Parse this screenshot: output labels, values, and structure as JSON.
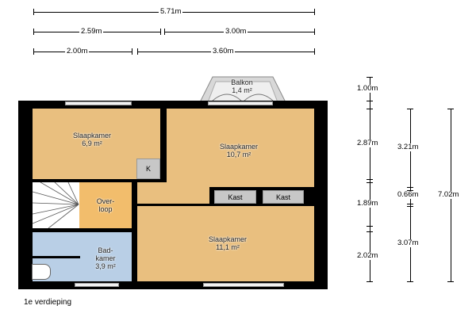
{
  "rooms": {
    "bedroom1": {
      "name": "Slaapkamer",
      "area": "6,9 m²"
    },
    "bedroom2": {
      "name": "Slaapkamer",
      "area": "10,7 m²"
    },
    "bedroom3": {
      "name": "Slaapkamer",
      "area": "11,1 m²"
    },
    "landing": {
      "line1": "Over-",
      "line2": "loop"
    },
    "bathroom": {
      "line1": "Bad-",
      "line2": "kamer",
      "area": "3,9 m²"
    },
    "balcony": {
      "name": "Balkon",
      "area": "1,4 m²"
    },
    "closet_k": "K",
    "kast1": "Kast",
    "kast2": "Kast"
  },
  "dimensions": {
    "top": [
      "5.71m",
      "2.59m",
      "3.00m",
      "2.00m",
      "3.60m"
    ],
    "right_col1": [
      "1.00m",
      "2.87m",
      "1.89m",
      "2.02m"
    ],
    "right_col2": [
      "3.21m",
      "0.66m",
      "3.07m"
    ],
    "right_col3": [
      "7.02m"
    ]
  },
  "floor_label": "1e verdieping",
  "colors": {
    "room": "#e9bf7f",
    "bath": "#b9cfe6",
    "wall": "#000000"
  }
}
